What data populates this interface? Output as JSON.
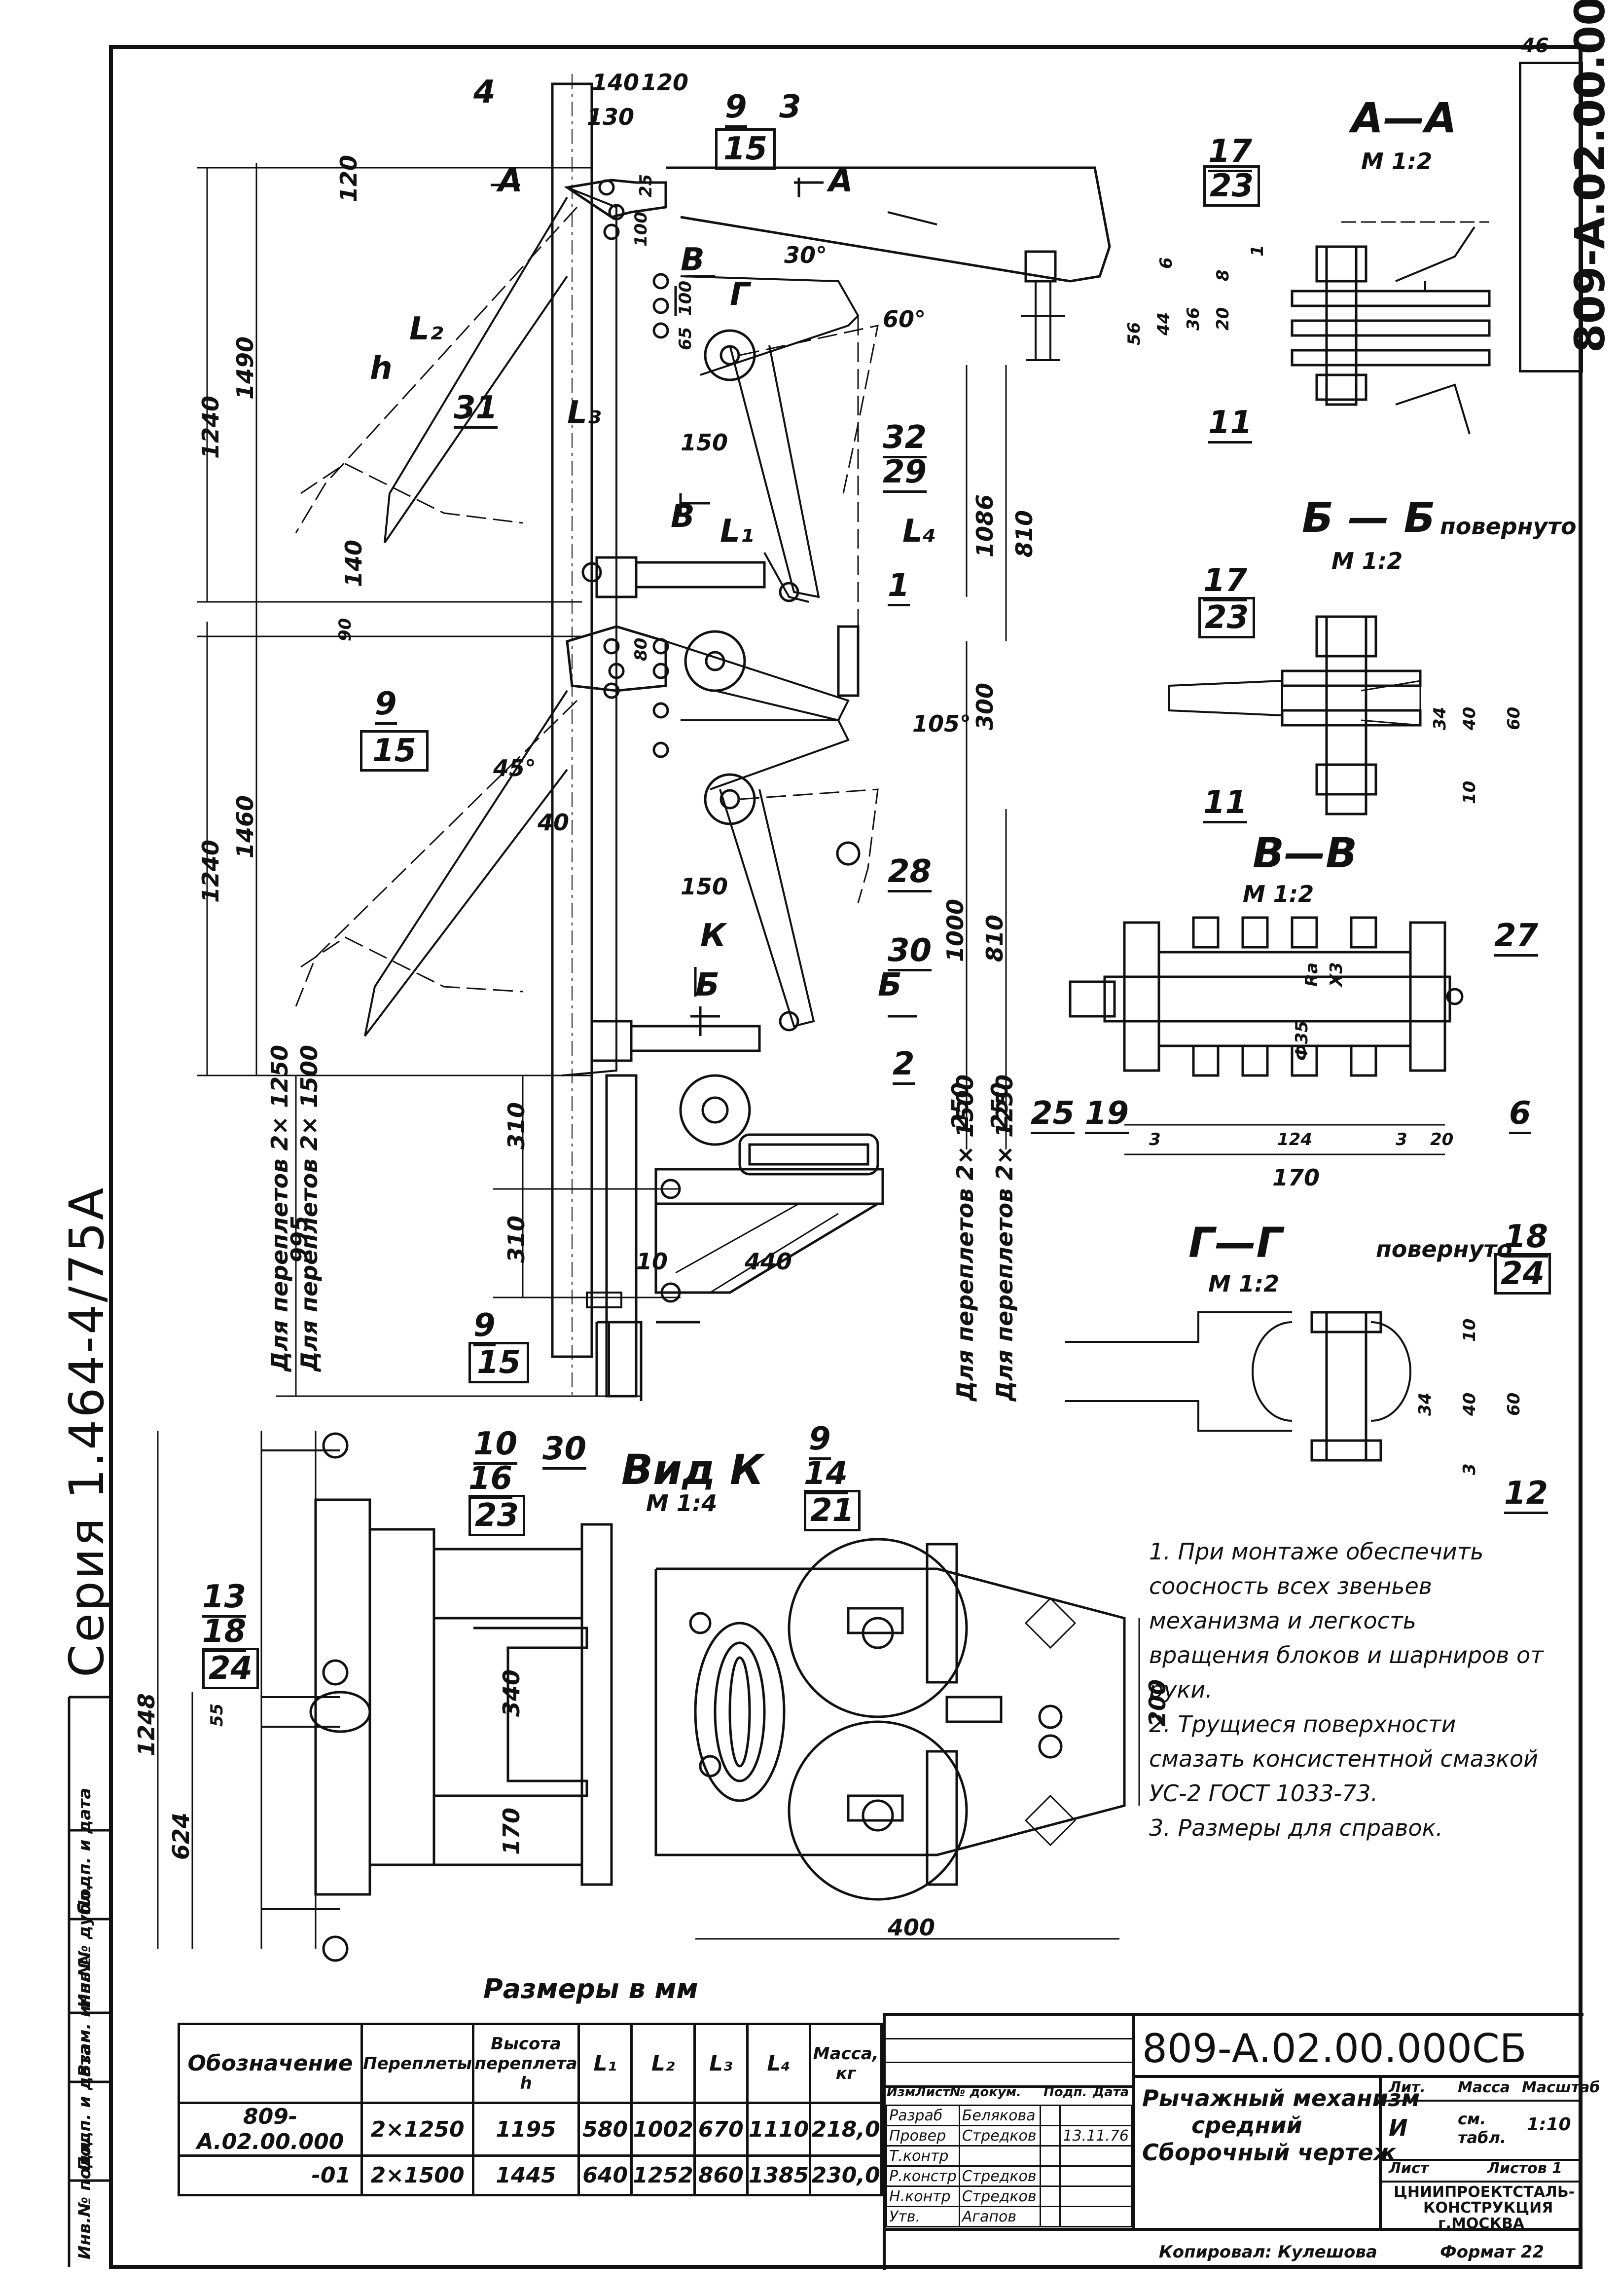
{
  "sheet_number": "46",
  "series": "Серия 1.464-4/75А",
  "document_code": "809-А.02.00.000СБ",
  "section_titles": {
    "aa": "А—А",
    "bb": "Б — Б",
    "vv": "В—В",
    "gg": "Г—Г",
    "view_k": "Вид К",
    "rotated": "повернуто"
  },
  "scales": {
    "aa": "М 1:2",
    "bb": "М 1:2",
    "vv": "М 1:2",
    "gg": "М 1:2",
    "view_k": "М 1:4"
  },
  "main_view_dims": [
    "140",
    "120",
    "130",
    "120",
    "25",
    "100",
    "65",
    "100",
    "150",
    "1240",
    "1490",
    "90",
    "80",
    "140",
    "1086",
    "810",
    "300",
    "105°",
    "45°",
    "40",
    "150",
    "1460",
    "1240",
    "1000",
    "810",
    "250",
    "250",
    "310",
    "310",
    "995",
    "440",
    "10",
    "30°",
    "60°"
  ],
  "main_view_labels": [
    "h",
    "L₂",
    "L₃",
    "L₁",
    "L₄",
    "A",
    "A",
    "В",
    "Г",
    "В",
    "К",
    "Б",
    "Б"
  ],
  "callouts": [
    {
      "top": "4",
      "bottom": ""
    },
    {
      "top": "9",
      "bottom": "15"
    },
    {
      "top": "3",
      "bottom": ""
    },
    {
      "top": "31",
      "bottom": ""
    },
    {
      "top": "32",
      "bottom": ""
    },
    {
      "top": "29",
      "bottom": ""
    },
    {
      "top": "1",
      "bottom": ""
    },
    {
      "top": "9",
      "bottom": "15"
    },
    {
      "top": "28",
      "bottom": ""
    },
    {
      "top": "30",
      "bottom": ""
    },
    {
      "top": "2",
      "bottom": ""
    },
    {
      "top": "9",
      "bottom": "15"
    }
  ],
  "section_callouts": {
    "aa": [
      {
        "top": "17",
        "bottom": "23"
      },
      {
        "top": "11",
        "bottom": ""
      }
    ],
    "aa_dims": [
      "56",
      "44",
      "36",
      "20",
      "6",
      "8",
      "1"
    ],
    "bb": [
      {
        "top": "17",
        "bottom": "23"
      },
      {
        "top": "11",
        "bottom": ""
      }
    ],
    "bb_dims": [
      "34",
      "40",
      "60",
      "10"
    ],
    "vv": [
      "27",
      "25",
      "19",
      "6"
    ],
    "vv_dims": [
      "3",
      "124",
      "3",
      "20",
      "170",
      "Ф35",
      "Ra",
      "X3"
    ],
    "gg": [
      {
        "top": "18",
        "bottom": "24"
      },
      {
        "top": "12",
        "bottom": ""
      }
    ],
    "gg_dims": [
      "10",
      "34",
      "40",
      "60",
      "3"
    ]
  },
  "view_k": {
    "callouts_left": [
      {
        "a": "10",
        "b": "16",
        "c": "23"
      },
      {
        "a": "13",
        "b": "18",
        "c": "24"
      }
    ],
    "callout_30": "30",
    "callout_9": {
      "a": "9",
      "b": "14",
      "c": "21"
    },
    "dims": [
      "1248",
      "624",
      "55",
      "340",
      "170",
      "200",
      "400"
    ]
  },
  "side_vertical_labels": [
    "Для переплетов  2× 1250",
    "Для переплетов  2× 1500",
    "Для переплетов  2× 1500",
    "Для переплетов  2× 1250"
  ],
  "notes": [
    "1. При монтаже обеспечить соосность всех звеньев механизма и легкость вращения блоков и шарниров от руки.",
    "2. Трущиеся поверхности смазать консистентной смазкой УС-2 ГОСТ 1033-73.",
    "3. Размеры для справок."
  ],
  "dims_table": {
    "caption": "Размеры в мм",
    "headers": [
      "Обозначение",
      "Переплеты",
      "Высота переплета h",
      "L₁",
      "L₂",
      "L₃",
      "L₄",
      "Масса, кг"
    ],
    "rows": [
      [
        "809-А.02.00.000",
        "2×1250",
        "1195",
        "580",
        "1002",
        "670",
        "1110",
        "218,0"
      ],
      [
        "-01",
        "2×1500",
        "1445",
        "640",
        "1252",
        "860",
        "1385",
        "230,0"
      ]
    ]
  },
  "title_block": {
    "code": "809-А.02.00.000СБ",
    "name_line1": "Рычажный механизм",
    "name_line2": "средний",
    "name_line3": "Сборочный чертеж",
    "col_headers": [
      "Изм",
      "Лист",
      "№ докум.",
      "Подп.",
      "Дата"
    ],
    "roles": [
      {
        "role": "Разраб",
        "name": "Белякова"
      },
      {
        "role": "Провер",
        "name": "Стредков"
      },
      {
        "role": "Т.контр",
        "name": ""
      },
      {
        "role": "Р.констр",
        "name": "Стредков"
      },
      {
        "role": "Н.контр",
        "name": "Стредков"
      },
      {
        "role": "Утв.",
        "name": "Агапов"
      }
    ],
    "lit_label": "Лит.",
    "mass_label": "Масса",
    "scale_label": "Масштаб",
    "lit_value": "И",
    "mass_value": "см. табл.",
    "scale_value": "1:10",
    "sheet_label": "Лист",
    "sheets_label": "Листов 1",
    "org_line1": "ЦНИИПРОЕКТСТАЛЬ-",
    "org_line2": "КОНСТРУКЦИЯ",
    "org_line3": "г.МОСКВА",
    "date_value": "13.11.76"
  },
  "copied_by": "Копировал: Кулешова",
  "format": "Формат 22",
  "left_strip": [
    "Инв.№ подл.",
    "Подп. и дата",
    "Взам. инв.№",
    "Инв.№ дубл.",
    "Подп. и дата"
  ]
}
